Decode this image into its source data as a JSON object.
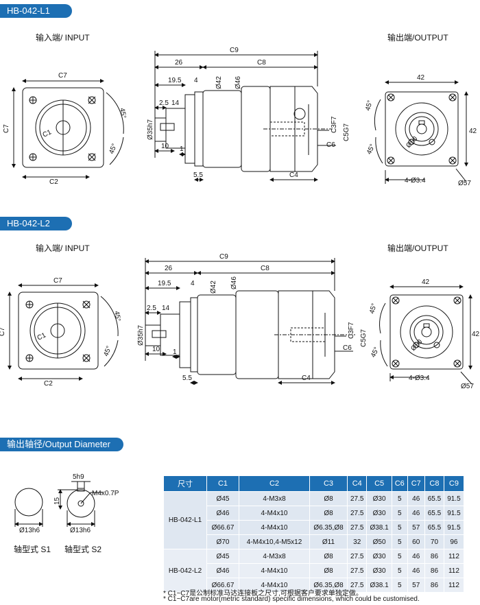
{
  "section1": {
    "title": "HB-042-L1"
  },
  "section2": {
    "title": "HB-042-L2"
  },
  "section3": {
    "title": "输出轴径/Output Diameter"
  },
  "input_label": "输入端/ INPUT",
  "output_label": "输出端/OUTPUT",
  "dims": {
    "c9": "C9",
    "c8": "C8",
    "c7": "C7",
    "c2": "C2",
    "c1": "C1",
    "c4": "C4",
    "c3": "C3F7",
    "c5": "C5G7",
    "c6": "C6",
    "d26": "26",
    "d19_5": "19.5",
    "d4": "4",
    "d42v": "Ø42",
    "d46v": "Ø46",
    "d2_5": "2.5",
    "d14": "14",
    "d35": "Ø35h7",
    "d10": "10",
    "d1": "1",
    "d5_5": "5.5",
    "d42": "42",
    "d45": "45°",
    "d50": "Ø50",
    "d57": "Ø57",
    "holes": "4-Ø3.4"
  },
  "shaft": {
    "s1_label": "轴型式 S1",
    "s2_label": "轴型式 S2",
    "d13": "Ø13h6",
    "d15": "15",
    "key": "5h9",
    "thread": "M4x0.7P"
  },
  "table": {
    "headers": [
      "尺寸",
      "C1",
      "C2",
      "C3",
      "C4",
      "C5",
      "C6",
      "C7",
      "C8",
      "C9"
    ],
    "groups": [
      {
        "model": "HB-042-L1",
        "rows": [
          [
            "Ø45",
            "4-M3x8",
            "Ø8",
            "27.5",
            "Ø30",
            "5",
            "46",
            "65.5",
            "91.5"
          ],
          [
            "Ø46",
            "4-M4x10",
            "Ø8",
            "27.5",
            "Ø30",
            "5",
            "46",
            "65.5",
            "91.5"
          ],
          [
            "Ø66.67",
            "4-M4x10",
            "Ø6.35,Ø8",
            "27.5",
            "Ø38.1",
            "5",
            "57",
            "65.5",
            "91.5"
          ],
          [
            "Ø70",
            "4-M4x10,4-M5x12",
            "Ø11",
            "32",
            "Ø50",
            "5",
            "60",
            "70",
            "96"
          ]
        ]
      },
      {
        "model": "HB-042-L2",
        "rows": [
          [
            "Ø45",
            "4-M3x8",
            "Ø8",
            "27.5",
            "Ø30",
            "5",
            "46",
            "86",
            "112"
          ],
          [
            "Ø46",
            "4-M4x10",
            "Ø8",
            "27.5",
            "Ø30",
            "5",
            "46",
            "86",
            "112"
          ],
          [
            "Ø66.67",
            "4-M4x10",
            "Ø6.35,Ø8",
            "27.5",
            "Ø38.1",
            "5",
            "57",
            "86",
            "112"
          ]
        ]
      }
    ]
  },
  "notes": [
    "* C1~C7是公制标准马达连接板之尺寸,可根据客户要求单独定做。",
    "* C1~C7are motor(metric standard)  specific dimensions, which could be customised."
  ]
}
